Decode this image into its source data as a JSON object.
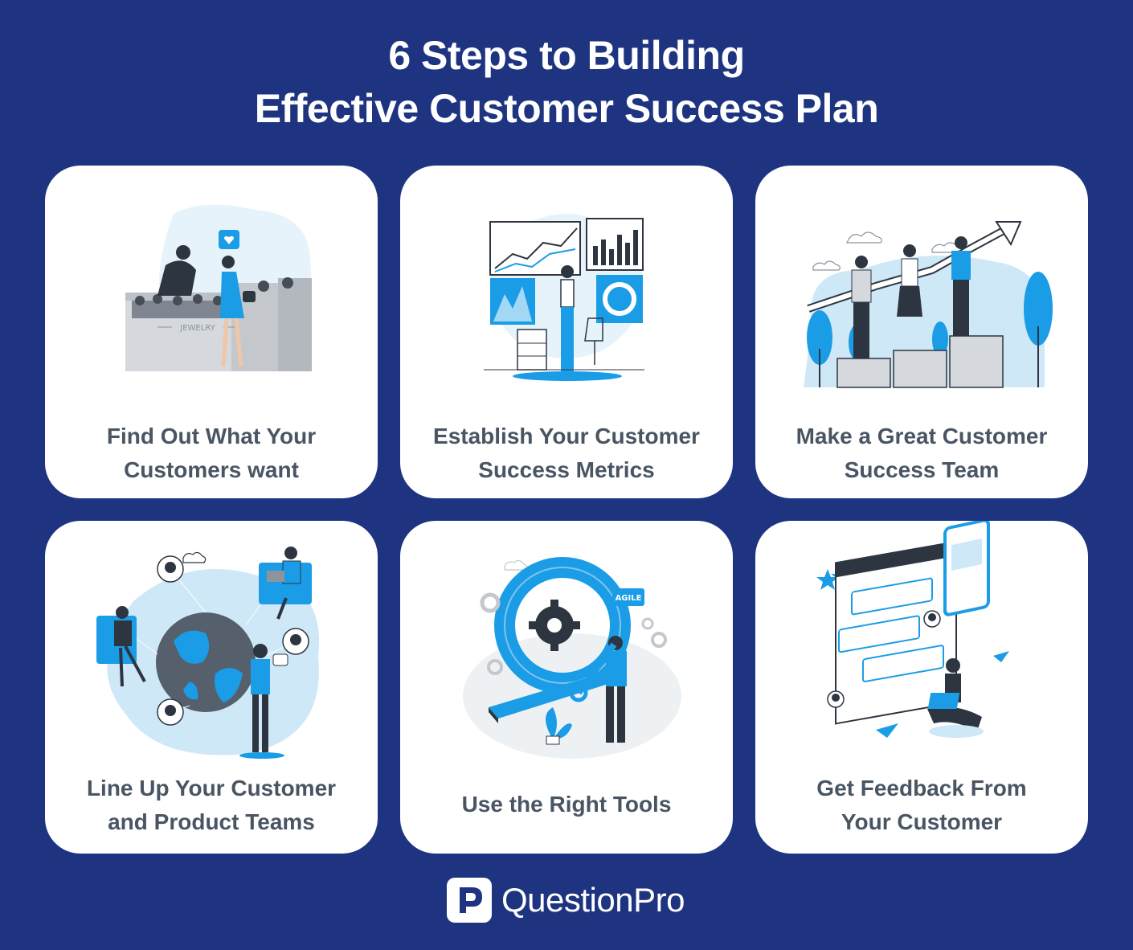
{
  "title": {
    "line1": "6 Steps to Building",
    "line2": "Effective Customer Success Plan"
  },
  "steps": [
    {
      "line1": "Find Out What Your",
      "line2": "Customers want",
      "illustration_text": "JEWELRY"
    },
    {
      "line1": "Establish Your Customer",
      "line2": "Success Metrics"
    },
    {
      "line1": "Make a Great Customer",
      "line2": "Success Team"
    },
    {
      "line1": "Line Up Your Customer",
      "line2": "and Product Teams"
    },
    {
      "line1": "Use the Right Tools",
      "illustration_text": "AGILE"
    },
    {
      "line1": "Get Feedback From",
      "line2": "Your Customer"
    }
  ],
  "brand": {
    "name": "QuestionPro",
    "background": "#1e3481",
    "accent": "#1a9de6",
    "text_gray": "#4a5563"
  }
}
